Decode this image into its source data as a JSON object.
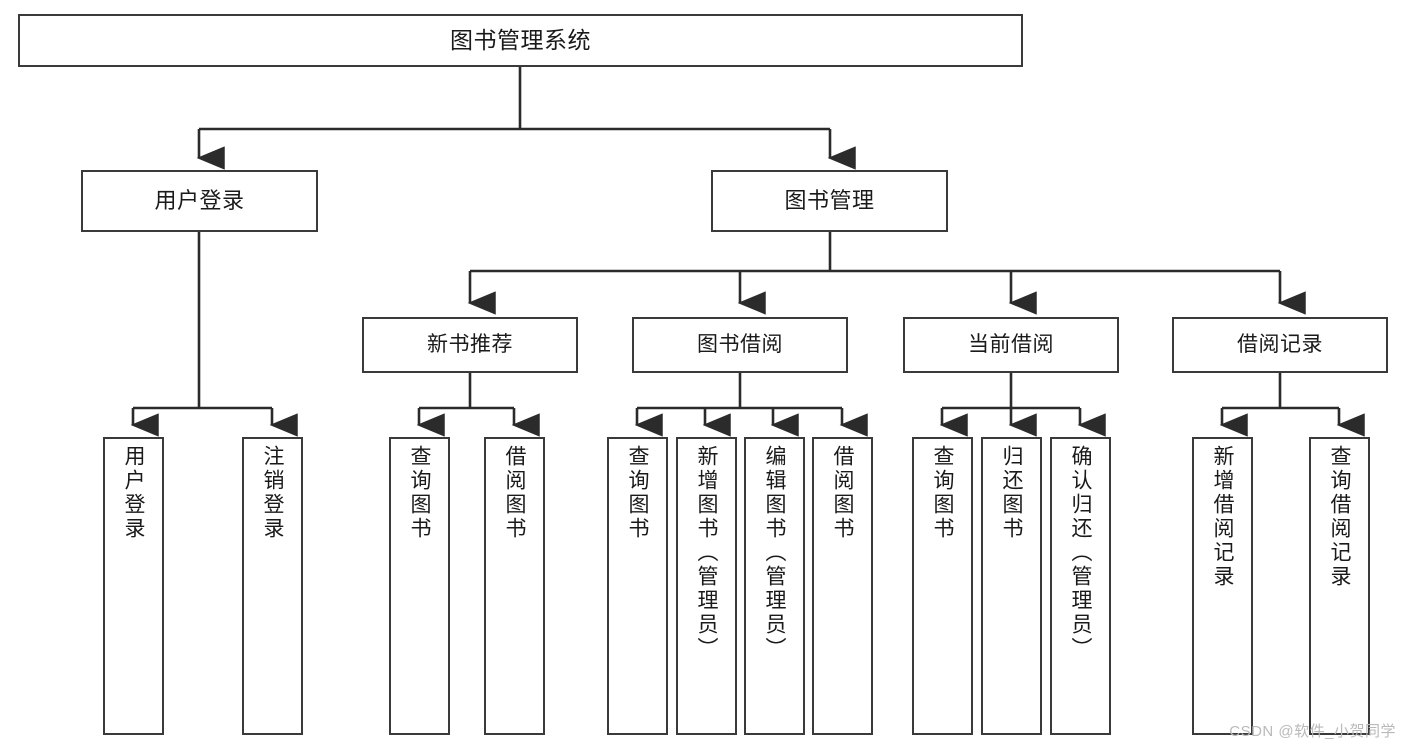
{
  "diagram": {
    "title": "图书管理系统",
    "root": {
      "label": "图书管理系统"
    },
    "level2": [
      {
        "label": "用户登录"
      },
      {
        "label": "图书管理"
      }
    ],
    "level3": [
      {
        "label": "新书推荐"
      },
      {
        "label": "图书借阅"
      },
      {
        "label": "当前借阅"
      },
      {
        "label": "借阅记录"
      }
    ],
    "leaves": [
      {
        "label": "用户登录",
        "parent": "用户登录"
      },
      {
        "label": "注销登录",
        "parent": "用户登录"
      },
      {
        "label": "查询图书",
        "parent": "新书推荐"
      },
      {
        "label": "借阅图书",
        "parent": "新书推荐"
      },
      {
        "label": "查询图书",
        "parent": "图书借阅"
      },
      {
        "label": "新增图书（管理员）",
        "parent": "图书借阅"
      },
      {
        "label": "编辑图书（管理员）",
        "parent": "图书借阅"
      },
      {
        "label": "借阅图书",
        "parent": "图书借阅"
      },
      {
        "label": "查询图书",
        "parent": "当前借阅"
      },
      {
        "label": "归还图书",
        "parent": "当前借阅"
      },
      {
        "label": "确认归还（管理员）",
        "parent": "当前借阅"
      },
      {
        "label": "新增借阅记录",
        "parent": "借阅记录"
      },
      {
        "label": "查询借阅记录",
        "parent": "借阅记录"
      }
    ],
    "colors": {
      "box_border": "#3a3a3a",
      "box_fill": "#ffffff",
      "connector": "#2b2b2b",
      "text": "#1a1a1a",
      "watermark": "#b9b9b9",
      "background": "#ffffff"
    }
  },
  "watermark": {
    "text": "CSDN @软件_小贺同学"
  }
}
